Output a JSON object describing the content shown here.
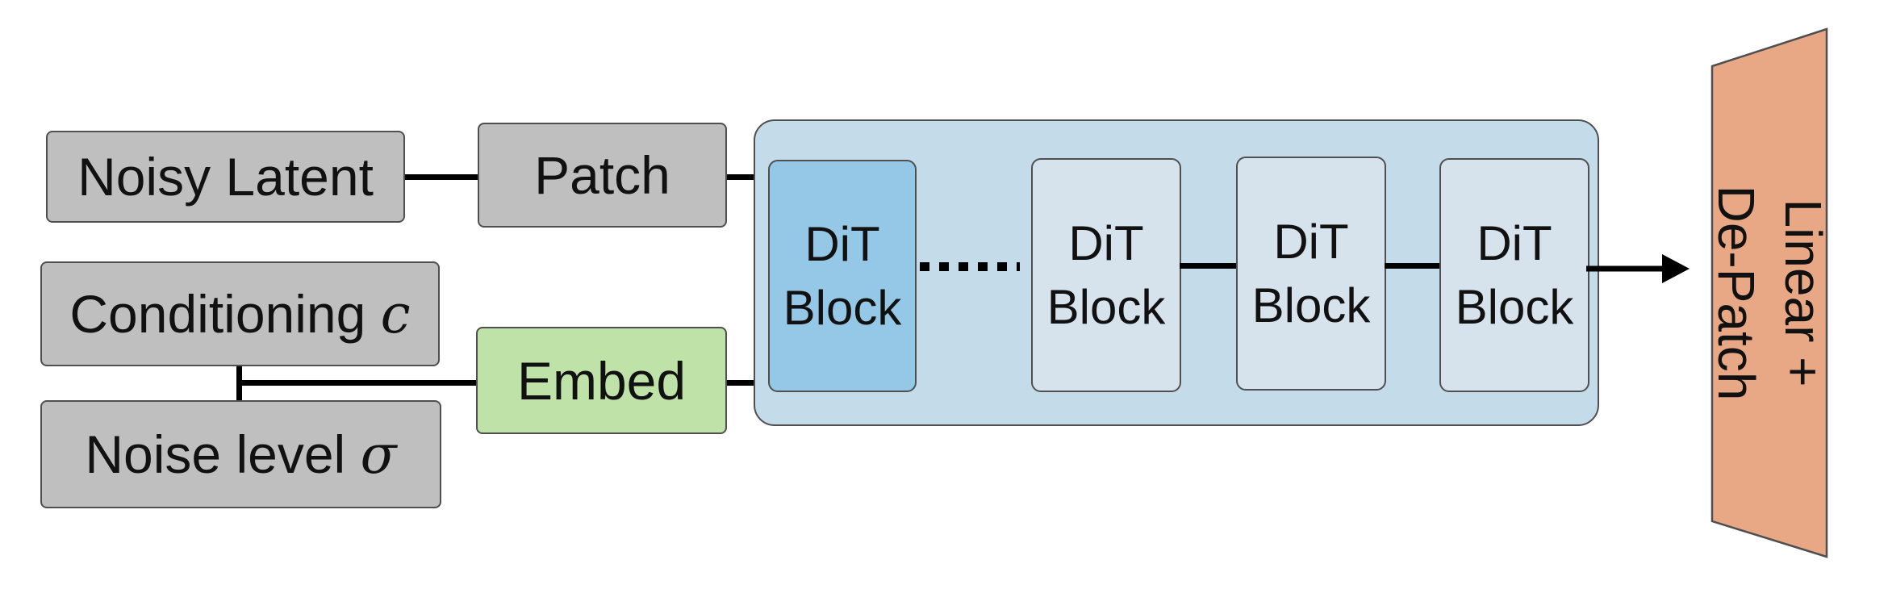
{
  "inputs": {
    "noisy_latent": "Noisy Latent",
    "conditioning_text": "Conditioning ",
    "conditioning_symbol": "c",
    "noise_level_text": "Noise level ",
    "noise_level_symbol": "σ"
  },
  "ops": {
    "patch": "Patch",
    "embed": "Embed"
  },
  "dit_blocks": [
    {
      "line1": "DiT",
      "line2": "Block"
    },
    {
      "line1": "DiT",
      "line2": "Block"
    },
    {
      "line1": "DiT",
      "line2": "Block"
    },
    {
      "line1": "DiT",
      "line2": "Block"
    }
  ],
  "output": {
    "line1": "Linear +",
    "line2": "De-Patch"
  },
  "colors": {
    "input_box": "#bfbfbf",
    "embed_box": "#bfe2a8",
    "container": "#c4dcea",
    "first_block": "#95c8e6",
    "other_blocks": "#d7e3ec",
    "output_trapezoid": "#e8a885"
  }
}
